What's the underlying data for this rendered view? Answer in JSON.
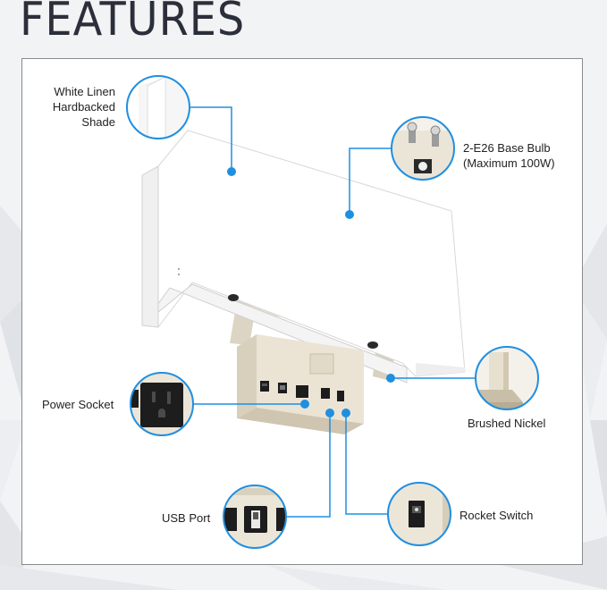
{
  "page": {
    "title": "FEATURES"
  },
  "callouts": {
    "shade": {
      "lines": [
        "White Linen",
        "Hardbacked",
        "Shade"
      ]
    },
    "bulb": {
      "lines": [
        "2-E26 Base Bulb",
        "(Maximum 100W)"
      ]
    },
    "power_socket": {
      "label": "Power Socket"
    },
    "nickel": {
      "label": "Brushed Nickel"
    },
    "usb": {
      "label": "USB Port"
    },
    "rocker": {
      "label": "Rocket Switch"
    }
  },
  "colors": {
    "accent": "#1f8fe0",
    "title": "#2b2f3a",
    "nickel": "#e4dccd"
  }
}
